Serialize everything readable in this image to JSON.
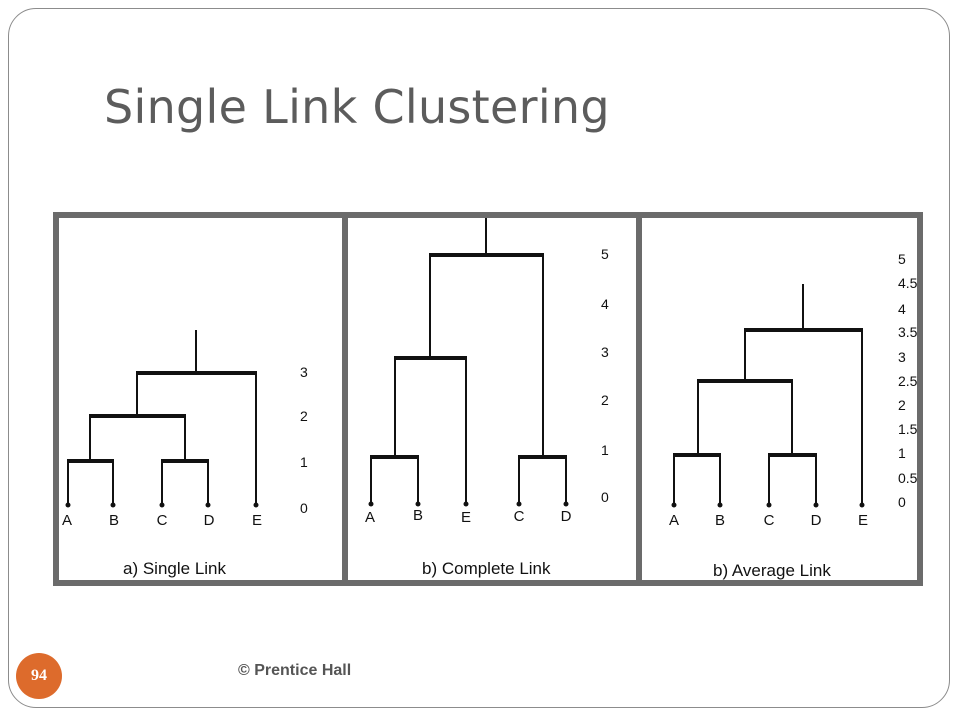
{
  "slide": {
    "title": "Single Link Clustering",
    "page_number": "94",
    "copyright": "© Prentice Hall"
  },
  "panels": [
    {
      "caption": "a)  Single Link",
      "leaves": [
        "A",
        "B",
        "C",
        "D",
        "E"
      ],
      "scale_labels": [
        "3",
        "2",
        "1",
        "0"
      ],
      "merges": [
        {
          "left": "A",
          "right": "B",
          "height": 1
        },
        {
          "left": "C",
          "right": "D",
          "height": 1
        },
        {
          "left": "AB",
          "right": "CD",
          "height": 2
        },
        {
          "left": "ABCD",
          "right": "E",
          "height": 3
        }
      ]
    },
    {
      "caption": "b) Complete Link",
      "leaves": [
        "A",
        "B",
        "E",
        "C",
        "D"
      ],
      "scale_labels": [
        "5",
        "4",
        "3",
        "2",
        "1",
        "0"
      ],
      "merges": [
        {
          "left": "A",
          "right": "B",
          "height": 1
        },
        {
          "left": "C",
          "right": "D",
          "height": 1
        },
        {
          "left": "AB",
          "right": "E",
          "height": 3
        },
        {
          "left": "ABE",
          "right": "CD",
          "height": 5
        }
      ]
    },
    {
      "caption": "b) Average Link",
      "leaves": [
        "A",
        "B",
        "C",
        "D",
        "E"
      ],
      "scale_labels": [
        "5",
        "4.5",
        "4",
        "3.5",
        "3",
        "2.5",
        "2",
        "1.5",
        "1",
        "0.5",
        "0"
      ],
      "merges": [
        {
          "left": "A",
          "right": "B",
          "height": 1
        },
        {
          "left": "C",
          "right": "D",
          "height": 1
        },
        {
          "left": "AB",
          "right": "CD",
          "height": 2.5
        },
        {
          "left": "ABCD",
          "right": "E",
          "height": 3.5
        }
      ]
    }
  ]
}
